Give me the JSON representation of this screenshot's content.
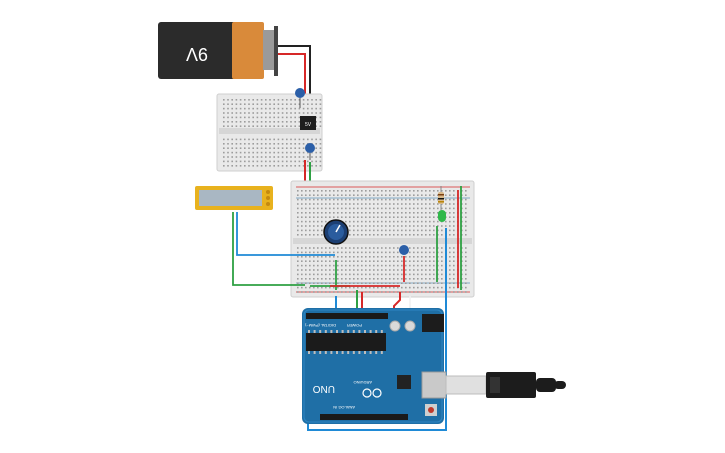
{
  "battery": {
    "label": "9V",
    "body_color": "#2b2b2b",
    "cap_color": "#d98a3a"
  },
  "arduino": {
    "board_color": "#1f6fa6",
    "logo_text": "UNO",
    "brand_text": "ARDUINO",
    "header_digital": "DIGITAL (PWM~)",
    "header_power": "POWER",
    "header_analog": "ANALOG IN"
  },
  "regulator": {
    "label": "5V"
  },
  "lcd": {
    "screen_color": "#a9b7c3",
    "frame_color": "#e8b21e"
  },
  "wire_colors": {
    "red": "#d62828",
    "black": "#222222",
    "green": "#2ea043",
    "blue": "#1f8ad6",
    "white": "#f0f0f0"
  },
  "led_color": "#2fb84a",
  "usb_color": "#1c1c1c"
}
